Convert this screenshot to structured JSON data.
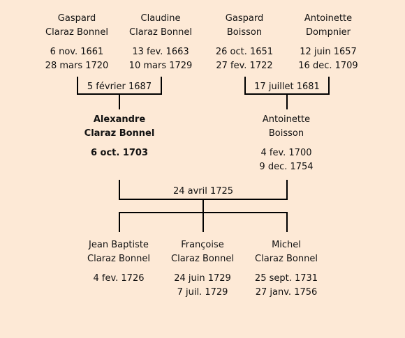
{
  "grandparents": [
    {
      "first": "Gaspard",
      "last": "Claraz Bonnel",
      "birth": "6 nov. 1661",
      "death": "28 mars 1720"
    },
    {
      "first": "Claudine",
      "last": "Claraz Bonnel",
      "birth": "13 fev. 1663",
      "death": "10 mars 1729"
    },
    {
      "first": "Gaspard",
      "last": "Boisson",
      "birth": "26 oct. 1651",
      "death": "27 fev. 1722"
    },
    {
      "first": "Antoinette",
      "last": "Dompnier",
      "birth": "12 juin 1657",
      "death": "16 dec. 1709"
    }
  ],
  "marriages": {
    "left": "5 février 1687",
    "right": "17 juillet 1681",
    "main": "24 avril 1725"
  },
  "parents": [
    {
      "first": "Alexandre",
      "last": "Claraz Bonnel",
      "birth": "6 oct. 1703",
      "death": ""
    },
    {
      "first": "Antoinette",
      "last": "Boisson",
      "birth": "4 fev. 1700",
      "death": "9 dec. 1754"
    }
  ],
  "children": [
    {
      "first": "Jean Baptiste",
      "last": "Claraz Bonnel",
      "birth": "4 fev. 1726",
      "death": ""
    },
    {
      "first": "Françoise",
      "last": "Claraz Bonnel",
      "birth": "24 juin 1729",
      "death": "7 juil. 1729"
    },
    {
      "first": "Michel",
      "last": "Claraz Bonnel",
      "birth": "25 sept. 1731",
      "death": "27 janv. 1756"
    }
  ]
}
